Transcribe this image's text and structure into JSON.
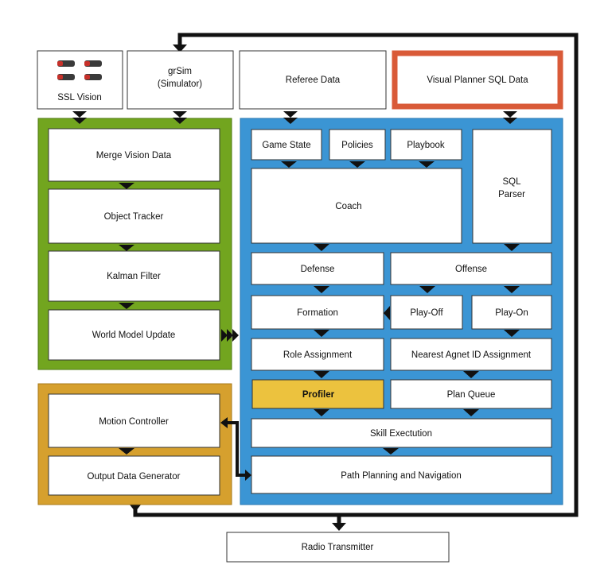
{
  "colors": {
    "green": "#72a51f",
    "blue": "#3b95d4",
    "orange": "#d6a02e",
    "red": "#d95a38",
    "profiler": "#ecc23e",
    "box": "#ffffff",
    "line": "#111111"
  },
  "icons": [
    "ssl-vision-camera-icon"
  ],
  "inputs": {
    "ssl_vision": "SSL Vision",
    "grsim_line1": "grSim",
    "grsim_line2": "(Simulator)",
    "referee": "Referee Data",
    "visual_planner": "Visual Planner SQL Data"
  },
  "world_model": {
    "merge": "Merge Vision Data",
    "tracker": "Object Tracker",
    "kalman": "Kalman Filter",
    "update": "World Model Update"
  },
  "ai": {
    "game_state": "Game State",
    "policies": "Policies",
    "playbook": "Playbook",
    "sql_line1": "SQL",
    "sql_line2": "Parser",
    "coach": "Coach",
    "defense": "Defense",
    "offense": "Offense",
    "formation": "Formation",
    "play_off": "Play-Off",
    "play_on": "Play-On",
    "role_assignment": "Role Assignment",
    "nearest_agent": "Nearest Agnet ID Assignment",
    "profiler": "Profiler",
    "plan_queue": "Plan Queue",
    "skill_execution": "Skill Exectution",
    "path_planning": "Path Planning and Navigation"
  },
  "output": {
    "motion_controller": "Motion Controller",
    "output_data_generator": "Output Data Generator"
  },
  "radio": "Radio Transmitter"
}
